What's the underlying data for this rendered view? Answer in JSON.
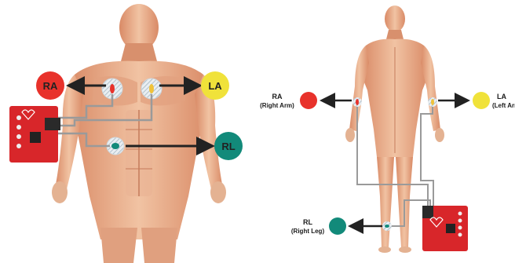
{
  "colors": {
    "ra": "#e8322b",
    "la": "#f0e23a",
    "rl": "#128a7a",
    "skin": "#e7b08e",
    "muscle": "#d9876a",
    "board": "#d8262a",
    "arrow": "#222222",
    "wire": "#9a9a9a"
  },
  "left_diagram": {
    "electrodes": {
      "ra": {
        "label": "RA"
      },
      "la": {
        "label": "LA"
      },
      "rl": {
        "label": "RL"
      }
    }
  },
  "right_diagram": {
    "electrodes": {
      "ra": {
        "label": "RA",
        "sublabel": "(Right Arm)"
      },
      "la": {
        "label": "LA",
        "sublabel": "(Left Arm)"
      },
      "rl": {
        "label": "RL",
        "sublabel": "(Right Leg)"
      }
    }
  }
}
